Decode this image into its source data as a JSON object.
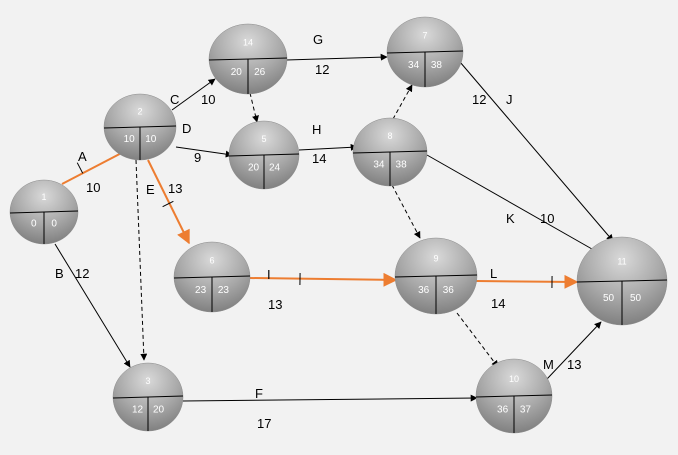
{
  "colors": {
    "background": "#f2f2f2",
    "critical": "#ed7d31",
    "normal": "#000000",
    "node_top": "#d6d6d6",
    "node_bottom": "#8a8a8a"
  },
  "nodes": [
    {
      "id": "1",
      "es": "0",
      "ef": "0"
    },
    {
      "id": "2",
      "es": "10",
      "ef": "10"
    },
    {
      "id": "3",
      "es": "12",
      "ef": "20"
    },
    {
      "id": "5",
      "es": "20",
      "ef": "24"
    },
    {
      "id": "6",
      "es": "23",
      "ef": "23"
    },
    {
      "id": "7",
      "es": "34",
      "ef": "38"
    },
    {
      "id": "8",
      "es": "34",
      "ef": "38"
    },
    {
      "id": "9",
      "es": "36",
      "ef": "36"
    },
    {
      "id": "10",
      "es": "36",
      "ef": "37"
    },
    {
      "id": "11",
      "es": "50",
      "ef": "50"
    },
    {
      "id": "14",
      "es": "20",
      "ef": "26"
    }
  ],
  "activities": [
    {
      "name": "A",
      "duration": "10",
      "from": "1",
      "to": "2",
      "critical": true
    },
    {
      "name": "B",
      "duration": "12",
      "from": "1",
      "to": "3",
      "critical": false
    },
    {
      "name": "C",
      "duration": "10",
      "from": "2",
      "to": "14",
      "critical": false
    },
    {
      "name": "D",
      "duration": "9",
      "from": "2",
      "to": "5",
      "critical": false
    },
    {
      "name": "E",
      "duration": "13",
      "from": "2",
      "to": "6",
      "critical": true
    },
    {
      "name": "F",
      "duration": "17",
      "from": "3",
      "to": "10",
      "critical": false
    },
    {
      "name": "G",
      "duration": "12",
      "from": "14",
      "to": "7",
      "critical": false
    },
    {
      "name": "H",
      "duration": "14",
      "from": "5",
      "to": "8",
      "critical": false
    },
    {
      "name": "I",
      "duration": "13",
      "from": "6",
      "to": "9",
      "critical": true
    },
    {
      "name": "J",
      "duration": "12",
      "from": "7",
      "to": "11",
      "critical": false
    },
    {
      "name": "K",
      "duration": "10",
      "from": "8",
      "to": "11",
      "critical": false
    },
    {
      "name": "L",
      "duration": "14",
      "from": "9",
      "to": "11",
      "critical": true
    },
    {
      "name": "M",
      "duration": "13",
      "from": "10",
      "to": "11",
      "critical": false
    }
  ],
  "dummies": [
    {
      "from": "2",
      "to": "3"
    },
    {
      "from": "14",
      "to": "5"
    },
    {
      "from": "8",
      "to": "7"
    },
    {
      "from": "8",
      "to": "9"
    },
    {
      "from": "9",
      "to": "10"
    }
  ]
}
